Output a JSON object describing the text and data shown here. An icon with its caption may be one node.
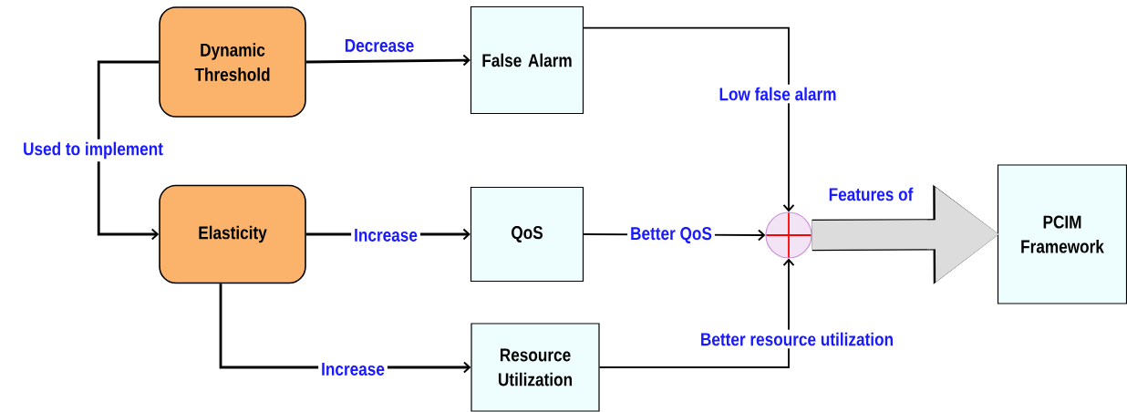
{
  "diagram": {
    "nodes": [
      {
        "text": [
          "Dynamic Threshold"
        ]
      },
      {
        "text": [
          "Elasticity"
        ]
      },
      {
        "text": [
          "False Alarm"
        ]
      },
      {
        "text": [
          "QoS"
        ]
      },
      {
        "text": [
          "Resource Utilization"
        ]
      },
      {
        "text": [],
        "shape": "circle"
      },
      {
        "text": [
          "PCIM Framework"
        ]
      }
    ],
    "edges": [
      {
        "from": 0,
        "to": 1,
        "arrow": "to",
        "label": "Used to implement"
      },
      {
        "from": 0,
        "to": 2,
        "arrow": "to",
        "label": "Decrease"
      },
      {
        "from": 1,
        "to": 3,
        "arrow": "to",
        "label": "Increase"
      },
      {
        "from": 1,
        "to": 4,
        "arrow": "to",
        "label": "Increase"
      },
      {
        "from": 2,
        "to": 5,
        "arrow": "to",
        "label": "Low false alarm"
      },
      {
        "from": 3,
        "to": 5,
        "arrow": "to",
        "label": "Better QoS"
      },
      {
        "from": 4,
        "to": 5,
        "arrow": "to",
        "label": "Better resource utilization"
      },
      {
        "from": 5,
        "to": 6,
        "arrow": "to",
        "label": "Features of",
        "style": "thick",
        "color": "#dcdcdc"
      }
    ]
  }
}
